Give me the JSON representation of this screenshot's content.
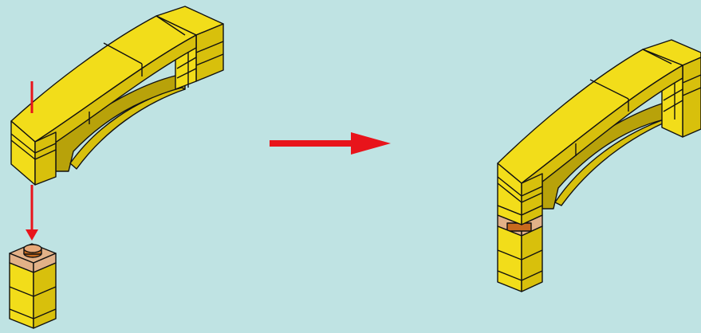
{
  "diagram": {
    "background_color": "#bfe3e3",
    "brick_color": "#f2dd1a",
    "brick_shadow_color": "#d8c00c",
    "brick_dark_color": "#b8a20a",
    "transparent_plate_color": "#e8a878",
    "stud_color": "#c86a1e",
    "arrow_color": "#e8141b",
    "outline_color": "#111111",
    "steps": [
      {
        "name": "before",
        "parts": [
          "arch",
          "column-brick-1x1x3",
          "transparent-plate-1x1"
        ]
      },
      {
        "name": "after",
        "parts": [
          "arch-with-column"
        ]
      }
    ],
    "icons": [
      "down-arrow-icon",
      "right-arrow-icon"
    ]
  }
}
